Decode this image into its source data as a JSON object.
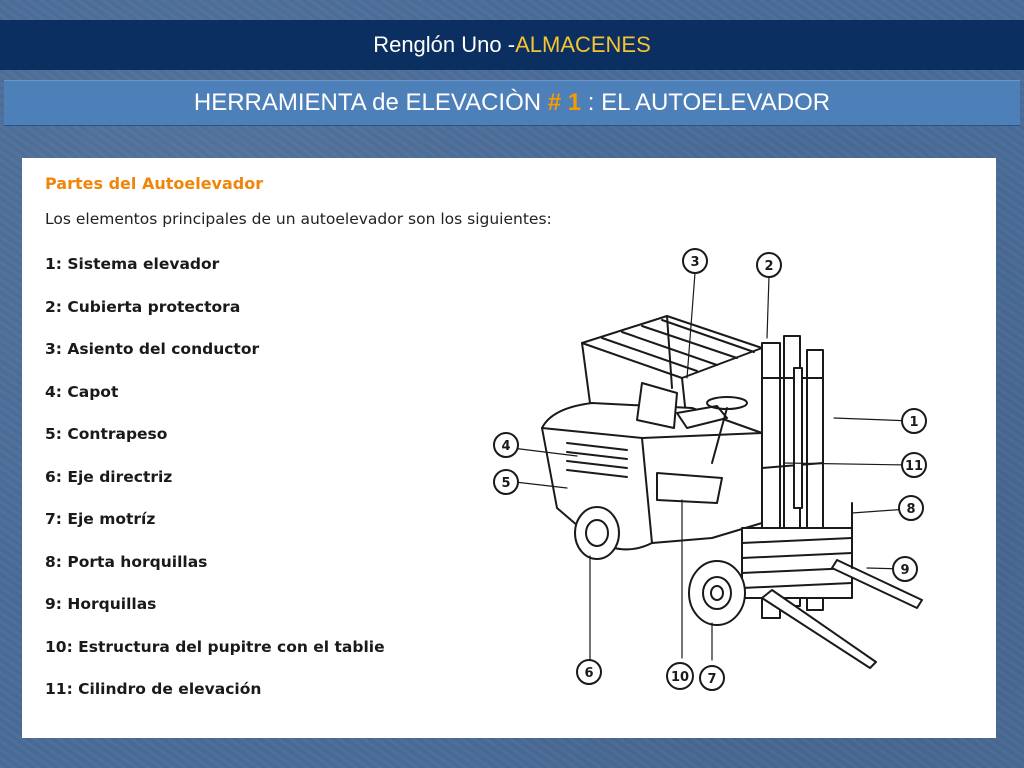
{
  "header": {
    "title_prefix": "Renglón Uno - ",
    "title_accent": "ALMACENES"
  },
  "subheader": {
    "prefix": "HERRAMIENTA de ELEVACIÒN ",
    "number": "# 1",
    "suffix": " : EL AUTOELEVADOR"
  },
  "panel": {
    "heading": "Partes del Autoelevador",
    "intro": "Los elementos principales de un autoelevador son los siguientes:",
    "parts": [
      "1: Sistema elevador",
      "2: Cubierta protectora",
      "3: Asiento del conductor",
      "4: Capot",
      "5: Contrapeso",
      "6: Eje directriz",
      "7: Eje motríz",
      "8: Porta horquillas",
      "9: Horquillas",
      "10: Estructura del pupitre con el tablie",
      "11: Cilindro de elevación"
    ]
  },
  "diagram": {
    "callouts": [
      "1",
      "2",
      "3",
      "4",
      "5",
      "6",
      "7",
      "8",
      "9",
      "10",
      "11"
    ]
  }
}
